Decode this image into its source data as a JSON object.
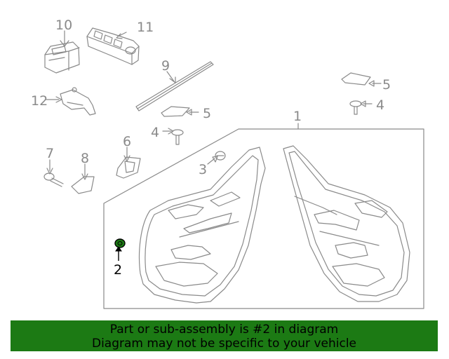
{
  "diagram": {
    "callouts": [
      {
        "id": "c10",
        "label": "10"
      },
      {
        "id": "c11",
        "label": "11"
      },
      {
        "id": "c9",
        "label": "9"
      },
      {
        "id": "c5a",
        "label": "5"
      },
      {
        "id": "c12",
        "label": "12"
      },
      {
        "id": "c5b",
        "label": "5"
      },
      {
        "id": "c4a",
        "label": "4"
      },
      {
        "id": "c4b",
        "label": "4"
      },
      {
        "id": "c1",
        "label": "1"
      },
      {
        "id": "c6",
        "label": "6"
      },
      {
        "id": "c7",
        "label": "7"
      },
      {
        "id": "c8",
        "label": "8"
      },
      {
        "id": "c3",
        "label": "3"
      },
      {
        "id": "c2",
        "label": "2"
      }
    ],
    "highlighted_part": "2",
    "colors": {
      "line": "#8a8a8a",
      "highlight": "#1c7a14",
      "banner": "#1c7a14"
    }
  },
  "banner": {
    "line1": "Part or sub-assembly is #2 in diagram",
    "line2": "Diagram may not be specific to your vehicle"
  }
}
